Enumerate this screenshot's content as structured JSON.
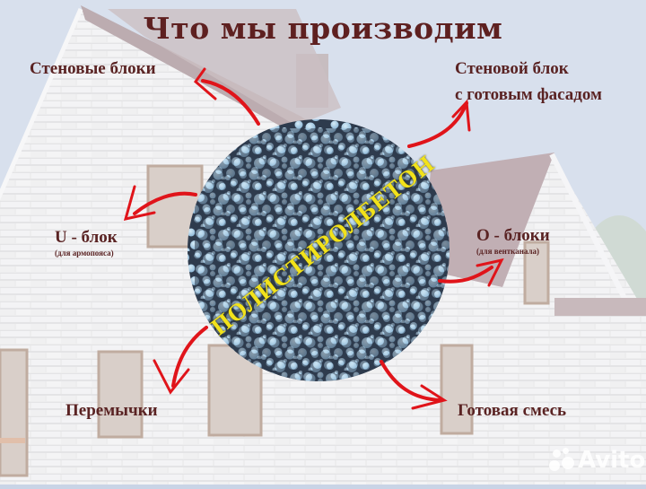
{
  "title": "Что мы производим",
  "center": {
    "label": "ПОЛИСТИРОЛБЕТОН",
    "label_color": "#f2e21a",
    "texture_dark": "#2c3a4c",
    "bead_color": "#a9cde6"
  },
  "products": [
    {
      "id": "wall-blocks",
      "label": "Стеновые блоки",
      "sublabel": null
    },
    {
      "id": "facade-block",
      "label_line1": "Стеновой блок",
      "label_line2": "с готовым фасадом"
    },
    {
      "id": "u-block",
      "label": "U - блок",
      "sublabel": "(для армопояса)"
    },
    {
      "id": "o-blocks",
      "label": "О - блоки",
      "sublabel": "(для вентканала)"
    },
    {
      "id": "lintels",
      "label": "Перемычки",
      "sublabel": null
    },
    {
      "id": "ready-mix",
      "label": "Готовая смесь",
      "sublabel": null
    }
  ],
  "colors": {
    "text": "#5a2323",
    "arrow": "#e0141a",
    "sky": "#c9d4e6",
    "wall": "#e4e4e6",
    "roof": "#9a7f84"
  },
  "watermark": {
    "text": "Avito",
    "icon": "avito-dots-icon"
  }
}
